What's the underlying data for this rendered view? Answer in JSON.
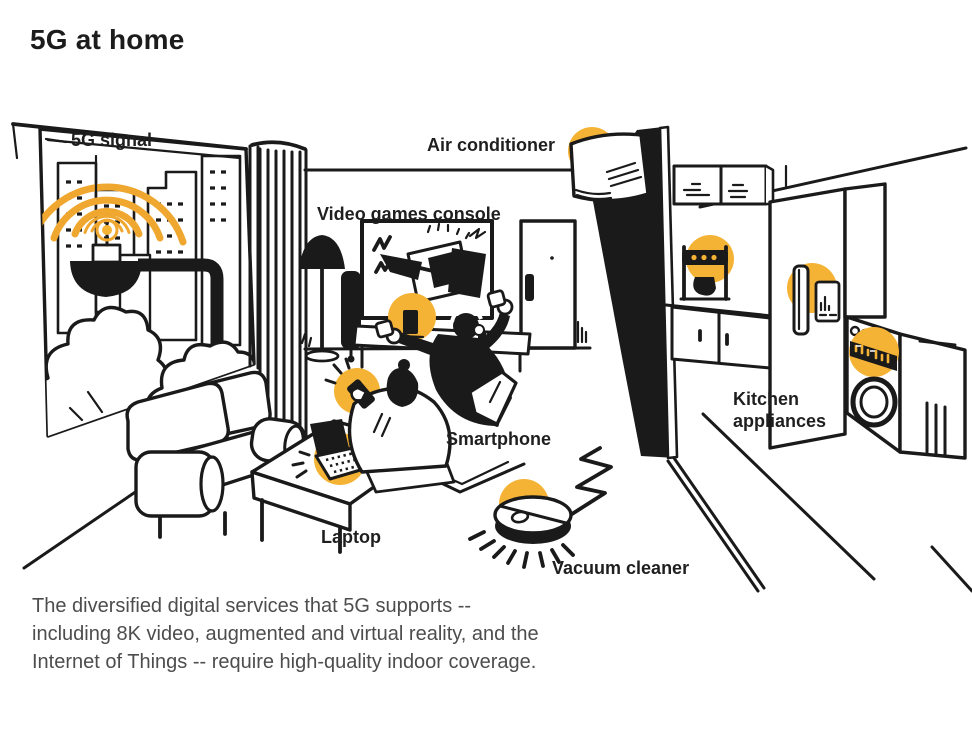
{
  "header": {
    "title": "5G at home"
  },
  "callouts": {
    "signal": {
      "label": "5G signal"
    },
    "air_conditioner": {
      "label": "Air conditioner"
    },
    "video_games_console": {
      "label": "Video games console"
    },
    "smartphone": {
      "label": "Smartphone"
    },
    "laptop": {
      "label": "Laptop"
    },
    "vacuum_cleaner": {
      "label": "Vacuum cleaner"
    },
    "kitchen_appliances": {
      "label": "Kitchen appliances"
    }
  },
  "caption": {
    "text": "The diversified digital services that 5G supports -- including 8K video, augmented and virtual reality, and the Internet of Things -- require high-quality indoor coverage."
  },
  "colors": {
    "ink": "#1a1a1a",
    "highlight": "#F5B335",
    "signal": "#EFA72F",
    "caption_text": "#4d4d4d",
    "background": "#ffffff"
  },
  "illustration": {
    "highlighted_devices": [
      "5g-antenna",
      "air-conditioner",
      "games-console",
      "smartphone",
      "laptop",
      "robot-vacuum",
      "coffee-machine",
      "smart-refrigerator",
      "washing-machine"
    ]
  }
}
